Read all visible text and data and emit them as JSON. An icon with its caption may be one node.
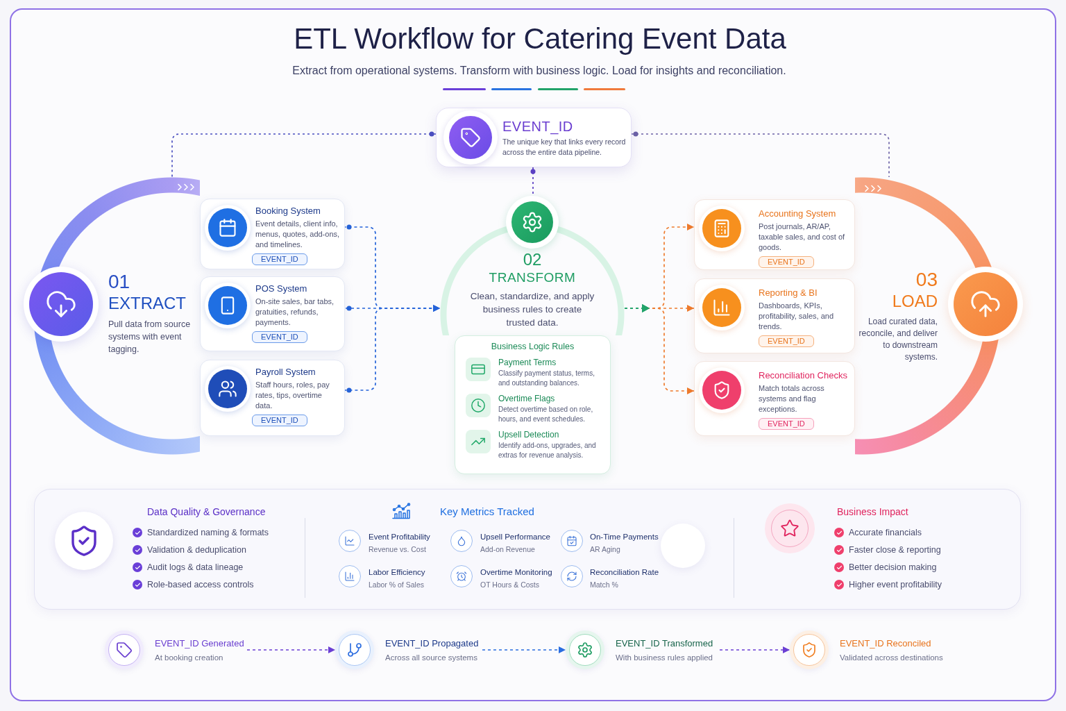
{
  "diagram": {
    "title": "ETL Workflow for Catering Event Data",
    "nodes": [
      {
        "text": [
          "EVENT_ID",
          "The unique key that links every record across the entire data pipeline."
        ]
      },
      {
        "text": [
          "01",
          "EXTRACT",
          "Pull data from source systems with event tagging."
        ]
      },
      {
        "text": [
          "Booking System",
          "Event details, client info, menus, quotes, add-ons, and timelines.",
          "EVENT_ID"
        ]
      },
      {
        "text": [
          "POS System",
          "On-site sales, bar tabs, gratuities, refunds, payments.",
          "EVENT_ID"
        ]
      },
      {
        "text": [
          "Payroll System",
          "Staff hours, roles, pay rates, tips, overtime data.",
          "EVENT_ID"
        ]
      },
      {
        "text": [
          "02",
          "TRANSFORM",
          "Clean, standardize, and apply business rules to create trusted data."
        ]
      },
      {
        "text": [
          "Business Logic Rules",
          "Payment Terms",
          "Classify payment status, terms, and outstanding balances.",
          "Overtime Flags",
          "Detect overtime based on role, hours, and event schedules.",
          "Upsell Detection",
          "Identify add-ons, upgrades, and extras for revenue analysis."
        ]
      },
      {
        "text": [
          "03",
          "LOAD",
          "Load curated data, reconcile, and deliver to downstream systems."
        ]
      },
      {
        "text": [
          "Accounting System",
          "Post journals, AR/AP, taxable sales, and cost of goods.",
          "EVENT_ID"
        ]
      },
      {
        "text": [
          "Reporting & BI",
          "Dashboards, KPIs, profitability, sales, and trends.",
          "EVENT_ID"
        ]
      },
      {
        "text": [
          "Reconciliation Checks",
          "Match totals across systems and flag exceptions.",
          "EVENT_ID"
        ]
      },
      {
        "text": [
          "Data Quality & Governance",
          "Standardized naming & formats",
          "Validation & deduplication",
          "Audit logs & data lineage",
          "Role-based access controls",
          "Key Metrics Tracked",
          "Event Profitability",
          "Revenue vs. Cost",
          "Upsell Performance",
          "Add-on Revenue",
          "On-Time Payments",
          "AR Aging",
          "Labor Efficiency",
          "Labor % of Sales",
          "Overtime Monitoring",
          "OT Hours & Costs",
          "Reconciliation Rate",
          "Match %",
          "Business Impact",
          "Accurate financials",
          "Faster close & reporting",
          "Better decision making",
          "Higher event profitability"
        ]
      },
      {
        "text": [
          "EVENT_ID Generated",
          "At booking creation"
        ]
      },
      {
        "text": [
          "EVENT_ID Propagated",
          "Across all source systems"
        ]
      },
      {
        "text": [
          "EVENT_ID Transformed",
          "With business rules applied"
        ]
      },
      {
        "text": [
          "EVENT_ID Reconciled",
          "Validated across destinations"
        ]
      }
    ],
    "edges": [
      {
        "from": 0,
        "to": 1,
        "arrow": "other",
        "style": "dashed",
        "color": "#4a4fc0"
      },
      {
        "from": 0,
        "to": 5,
        "arrow": "other",
        "style": "dashed",
        "color": "#5b3fc4"
      },
      {
        "from": 0,
        "to": 7,
        "arrow": "other",
        "style": "dashed",
        "color": "#6c62a6"
      },
      {
        "from": 2,
        "to": 5,
        "arrow": "to",
        "style": "dashed",
        "color": "#2563d9"
      },
      {
        "from": 3,
        "to": 5,
        "arrow": "to",
        "style": "dashed",
        "color": "#2563d9"
      },
      {
        "from": 4,
        "to": 5,
        "arrow": "to",
        "style": "dashed",
        "color": "#2563d9"
      },
      {
        "from": 5,
        "to": 8,
        "arrow": "to",
        "style": "dashed",
        "color": "#ee7a2c"
      },
      {
        "from": 5,
        "to": 9,
        "arrow": "to",
        "style": "dashed",
        "color": "#ee7a2c"
      },
      {
        "from": 5,
        "to": 10,
        "arrow": "to",
        "style": "dashed",
        "color": "#ee7a2c"
      },
      {
        "from": 12,
        "to": 13,
        "arrow": "to",
        "style": "dashed",
        "color": "#6b3fd4"
      },
      {
        "from": 13,
        "to": 14,
        "arrow": "to",
        "style": "dashed",
        "color": "#2a6ee0"
      },
      {
        "from": 14,
        "to": 15,
        "arrow": "to",
        "style": "dashed",
        "color": "#6b3fd4"
      }
    ],
    "labels": [
      "Extract from operational systems. Transform with business logic. Load for insights and reconciliation."
    ]
  }
}
